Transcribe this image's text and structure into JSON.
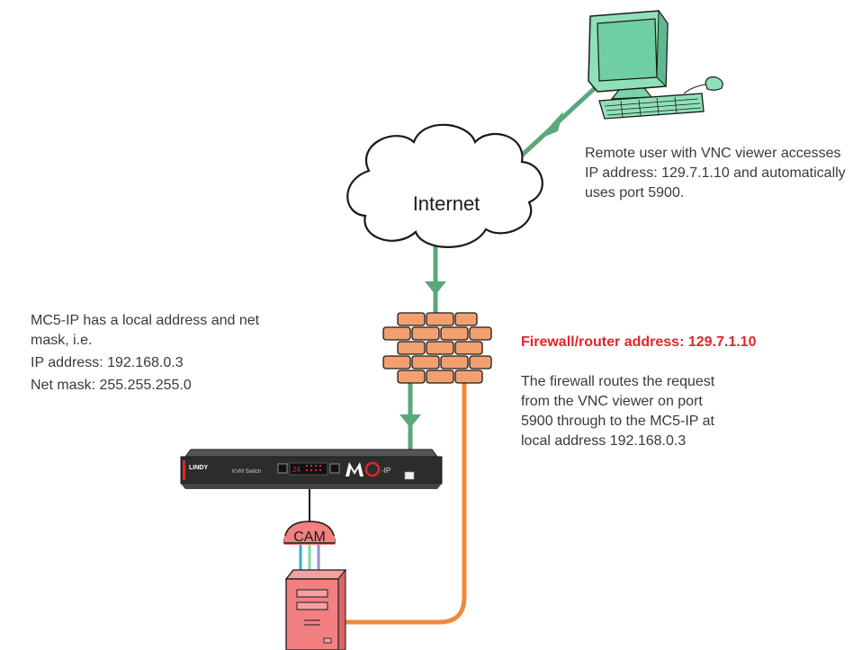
{
  "remote_user": {
    "description": "Remote user with VNC viewer accesses IP address: 129.7.1.10 and automatically uses port 5900."
  },
  "internet": {
    "label": "Internet"
  },
  "mc5": {
    "line1": "MC5-IP has a local address and net mask, i.e.",
    "ip": "IP address: 192.168.0.3",
    "mask": "Net mask: 255.255.255.0",
    "device_brand": "LINDY",
    "device_label": "KVM Switch",
    "device_display": "24",
    "device_logo_suffix": "-IP"
  },
  "firewall": {
    "title": "Firewall/router address: 129.7.1.10",
    "description": "The firewall routes the request from the VNC viewer on port 5900 through to the MC5-IP at local address 192.168.0.3"
  },
  "cam": {
    "label": "CAM"
  },
  "colors": {
    "network_green": "#5aa87b",
    "orange_cable": "#ef8a3c",
    "brick": "#f2a070",
    "monitor_green": "#8fe0b8",
    "computer_red": "#f28080",
    "alert_red": "#e0262b"
  }
}
